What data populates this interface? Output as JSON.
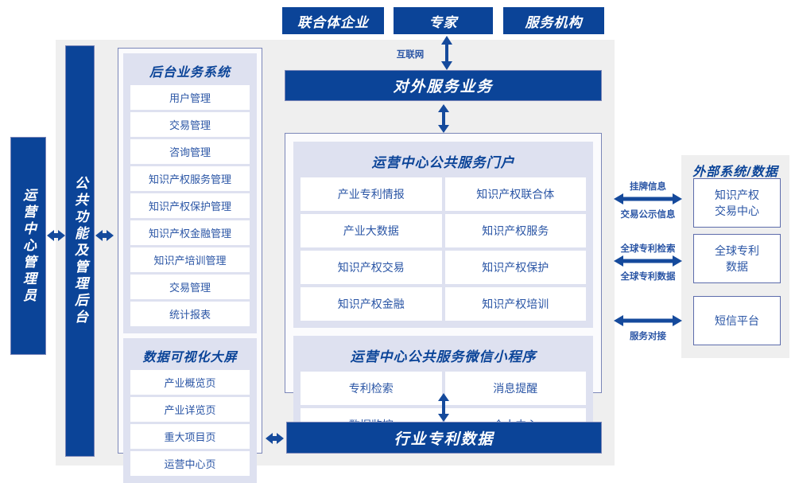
{
  "diagram": {
    "title_color": "#0b4498",
    "header_actors": [
      {
        "label": "联合体企业"
      },
      {
        "label": "专家"
      },
      {
        "label": "服务机构"
      }
    ],
    "internet_label": "互联网",
    "external_service_bar": "对外服务业务",
    "industry_data_bar": "行业专利数据",
    "left_columns": [
      {
        "label": "运营中心管理员"
      },
      {
        "label": "公共功能及管理后台"
      }
    ],
    "backoffice": {
      "title": "后台业务系统",
      "items": [
        "用户管理",
        "交易管理",
        "咨询管理",
        "知识产权服务管理",
        "知识产权保护管理",
        "知识产权金融管理",
        "知识产培训管理",
        "交易管理",
        "统计报表"
      ]
    },
    "dashboard": {
      "title": "数据可视化大屏",
      "items": [
        "产业概览页",
        "产业详览页",
        "重大项目页",
        "运营中心页"
      ]
    },
    "portal": {
      "title": "运营中心公共服务门户",
      "items": [
        "产业专利情报",
        "知识产权联合体",
        "产业大数据",
        "知识产权服务",
        "知识产权交易",
        "知识产权保护",
        "知识产权金融",
        "知识产权培训"
      ]
    },
    "miniprogram": {
      "title": "运营中心公共服务微信小程序",
      "items": [
        "专利检索",
        "消息提醒",
        "数据监控",
        "个人中心"
      ]
    },
    "external": {
      "title": "外部系统/数据",
      "systems": [
        {
          "label": "知识产权\n交易中心",
          "line1": "知识产权",
          "line2": "交易中心"
        },
        {
          "label": "全球专利\n数据",
          "line1": "全球专利",
          "line2": "数据"
        },
        {
          "label": "短信平台",
          "line1": "短信平台",
          "line2": ""
        }
      ],
      "connectors": [
        {
          "above": "挂牌信息",
          "below": "交易公示信息"
        },
        {
          "above": "全球专利检索",
          "below": "全球专利数据"
        },
        {
          "above": "",
          "below": "服务对接"
        }
      ]
    },
    "icons": {
      "arrow_double_horizontal": "double-arrow-horizontal-icon",
      "arrow_double_vertical": "double-arrow-vertical-icon"
    }
  }
}
